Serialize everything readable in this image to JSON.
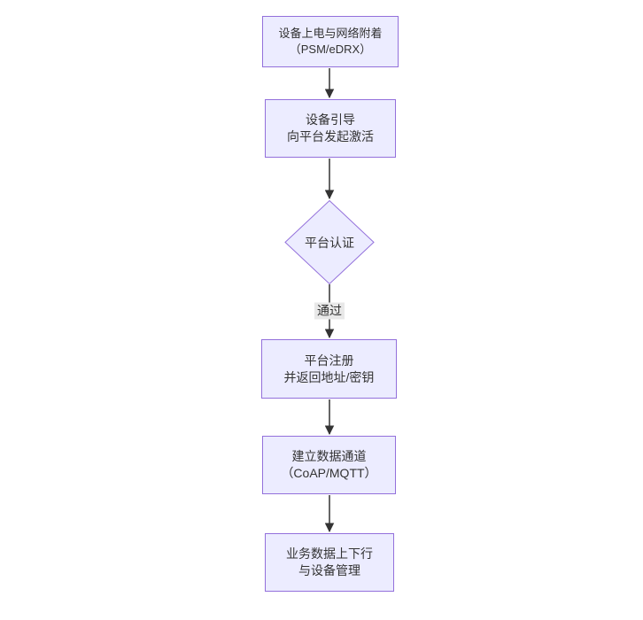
{
  "diagram": {
    "type": "flowchart",
    "direction": "top-down",
    "colors": {
      "background": "#ffffff",
      "node_fill": "#ececff",
      "node_border": "#9370db",
      "arrow": "#333333",
      "text": "#333333",
      "edge_label_bg": "#e8e8e8"
    },
    "nodes": [
      {
        "id": "power-attach",
        "shape": "rect",
        "lines": [
          "设备上电与网络附着",
          "（PSM/eDRX）"
        ]
      },
      {
        "id": "bootstrap",
        "shape": "rect",
        "lines": [
          "设备引导",
          "向平台发起激活"
        ]
      },
      {
        "id": "platform-auth",
        "shape": "diamond",
        "lines": [
          "平台认证"
        ]
      },
      {
        "id": "platform-register",
        "shape": "rect",
        "lines": [
          "平台注册",
          "并返回地址/密钥"
        ]
      },
      {
        "id": "data-channel",
        "shape": "rect",
        "lines": [
          "建立数据通道",
          "（CoAP/MQTT）"
        ]
      },
      {
        "id": "business-data",
        "shape": "rect",
        "lines": [
          "业务数据上下行",
          "与设备管理"
        ]
      }
    ],
    "edges": [
      {
        "from": "power-attach",
        "to": "bootstrap",
        "label": ""
      },
      {
        "from": "bootstrap",
        "to": "platform-auth",
        "label": ""
      },
      {
        "from": "platform-auth",
        "to": "platform-register",
        "label": "通过"
      },
      {
        "from": "platform-register",
        "to": "data-channel",
        "label": ""
      },
      {
        "from": "data-channel",
        "to": "business-data",
        "label": ""
      }
    ]
  }
}
